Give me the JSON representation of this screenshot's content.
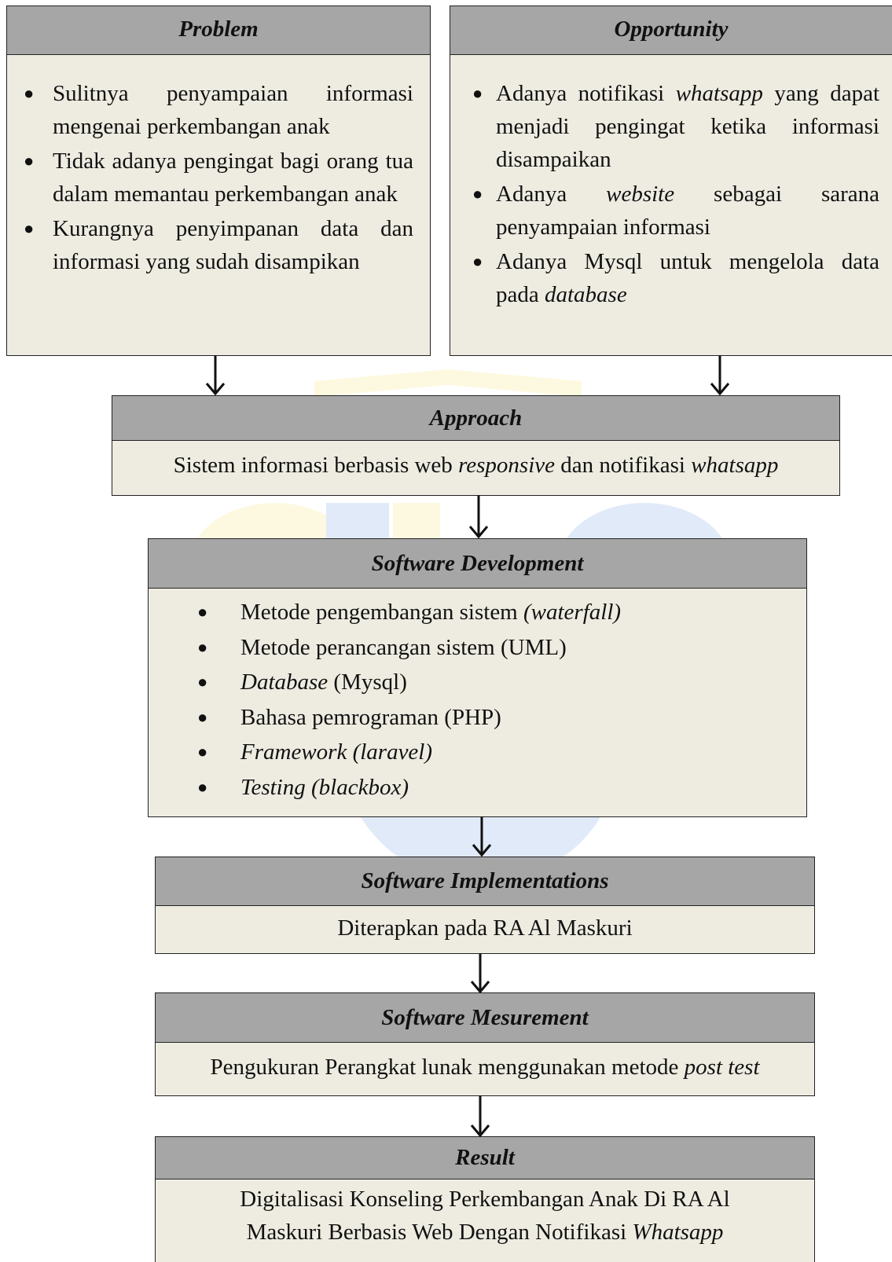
{
  "problem": {
    "header": "Problem",
    "items": [
      "Sulitnya penyampaian informasi mengenai perkembangan anak",
      "Tidak adanya pengingat bagi orang tua dalam memantau perkembangan anak",
      "Kurangnya penyimpanan data dan informasi yang sudah disampikan"
    ]
  },
  "opportunity": {
    "header": "Opportunity",
    "item1_a": "Adanya notifikasi ",
    "item1_b": "whatsapp",
    "item1_c": " yang dapat menjadi pengingat ketika informasi disampaikan",
    "item2_a": "Adanya ",
    "item2_b": "website",
    "item2_c": " sebagai sarana penyampaian informasi",
    "item3_a": "Adanya Mysql untuk mengelola data pada ",
    "item3_b": "database"
  },
  "approach": {
    "header": "Approach",
    "text_a": "Sistem informasi berbasis web ",
    "text_b": "responsive",
    "text_c": " dan notifikasi ",
    "text_d": "whatsapp"
  },
  "development": {
    "header": "Software Development",
    "i1_a": "Metode pengembangan sistem ",
    "i1_b": "(waterfall)",
    "i2": "Metode perancangan sistem (UML)",
    "i3_a": "Database",
    "i3_b": " (Mysql)",
    "i4": "Bahasa pemrograman (PHP)",
    "i5": "Framework (laravel)",
    "i6": "Testing (blackbox)"
  },
  "implementation": {
    "header": "Software Implementations",
    "text": "Diterapkan pada RA Al Maskuri"
  },
  "measurement": {
    "header": "Software Mesurement",
    "text_a": "Pengukuran Perangkat lunak menggunakan metode ",
    "text_b": "post test"
  },
  "result": {
    "header": "Result",
    "line1": "Digitalisasi Konseling Perkembangan Anak Di RA Al",
    "line2_a": "Maskuri Berbasis Web Dengan Notifikasi ",
    "line2_b": "Whatsapp"
  },
  "colors": {
    "header_bg": "#a6a6a6",
    "box_bg": "#eeece1",
    "watermark_blue": "#4a7fd8",
    "watermark_yellow": "#f4e04a"
  }
}
